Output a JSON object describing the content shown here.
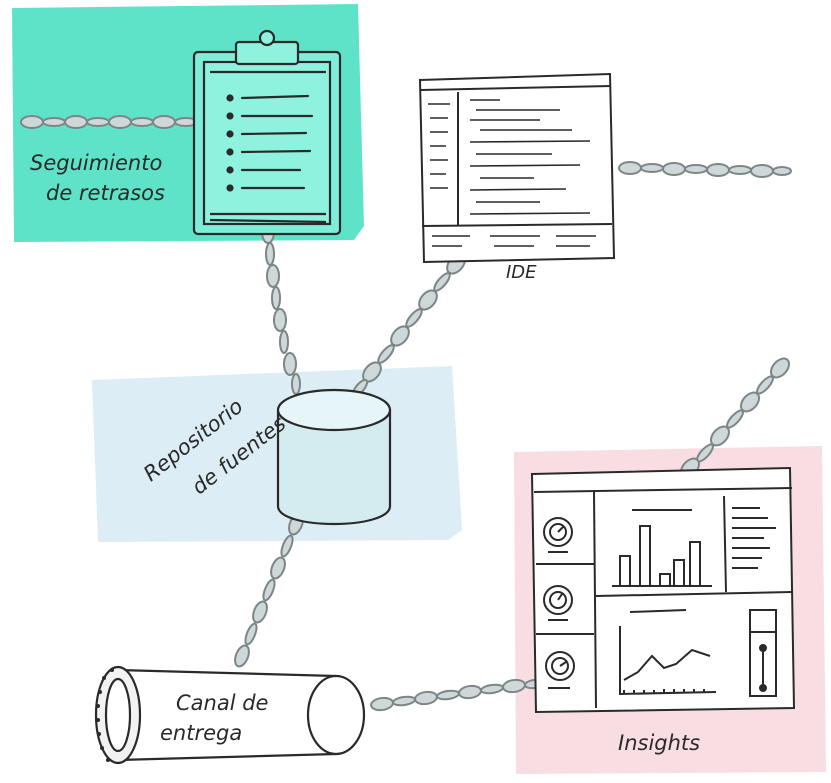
{
  "labels": {
    "tracking": [
      "Seguimiento",
      "de retrasos"
    ],
    "ide": "IDE",
    "repo": [
      "Repositorio",
      "de fuentes"
    ],
    "pipeline": [
      "Canal de",
      "entrega"
    ],
    "insights": "Insights"
  },
  "colors": {
    "tracking_bg": "#5fe3c8",
    "repo_bg": "#dcedf5",
    "insights_bg": "#f8dde3",
    "ink": "#2a2a2a",
    "chain": "#cfd8d8"
  },
  "icons": {
    "tracking": "clipboard-icon",
    "ide": "code-editor-icon",
    "repo": "database-cylinder-icon",
    "pipeline": "pipe-icon",
    "insights": "dashboard-icon",
    "links": "chain-icon"
  }
}
